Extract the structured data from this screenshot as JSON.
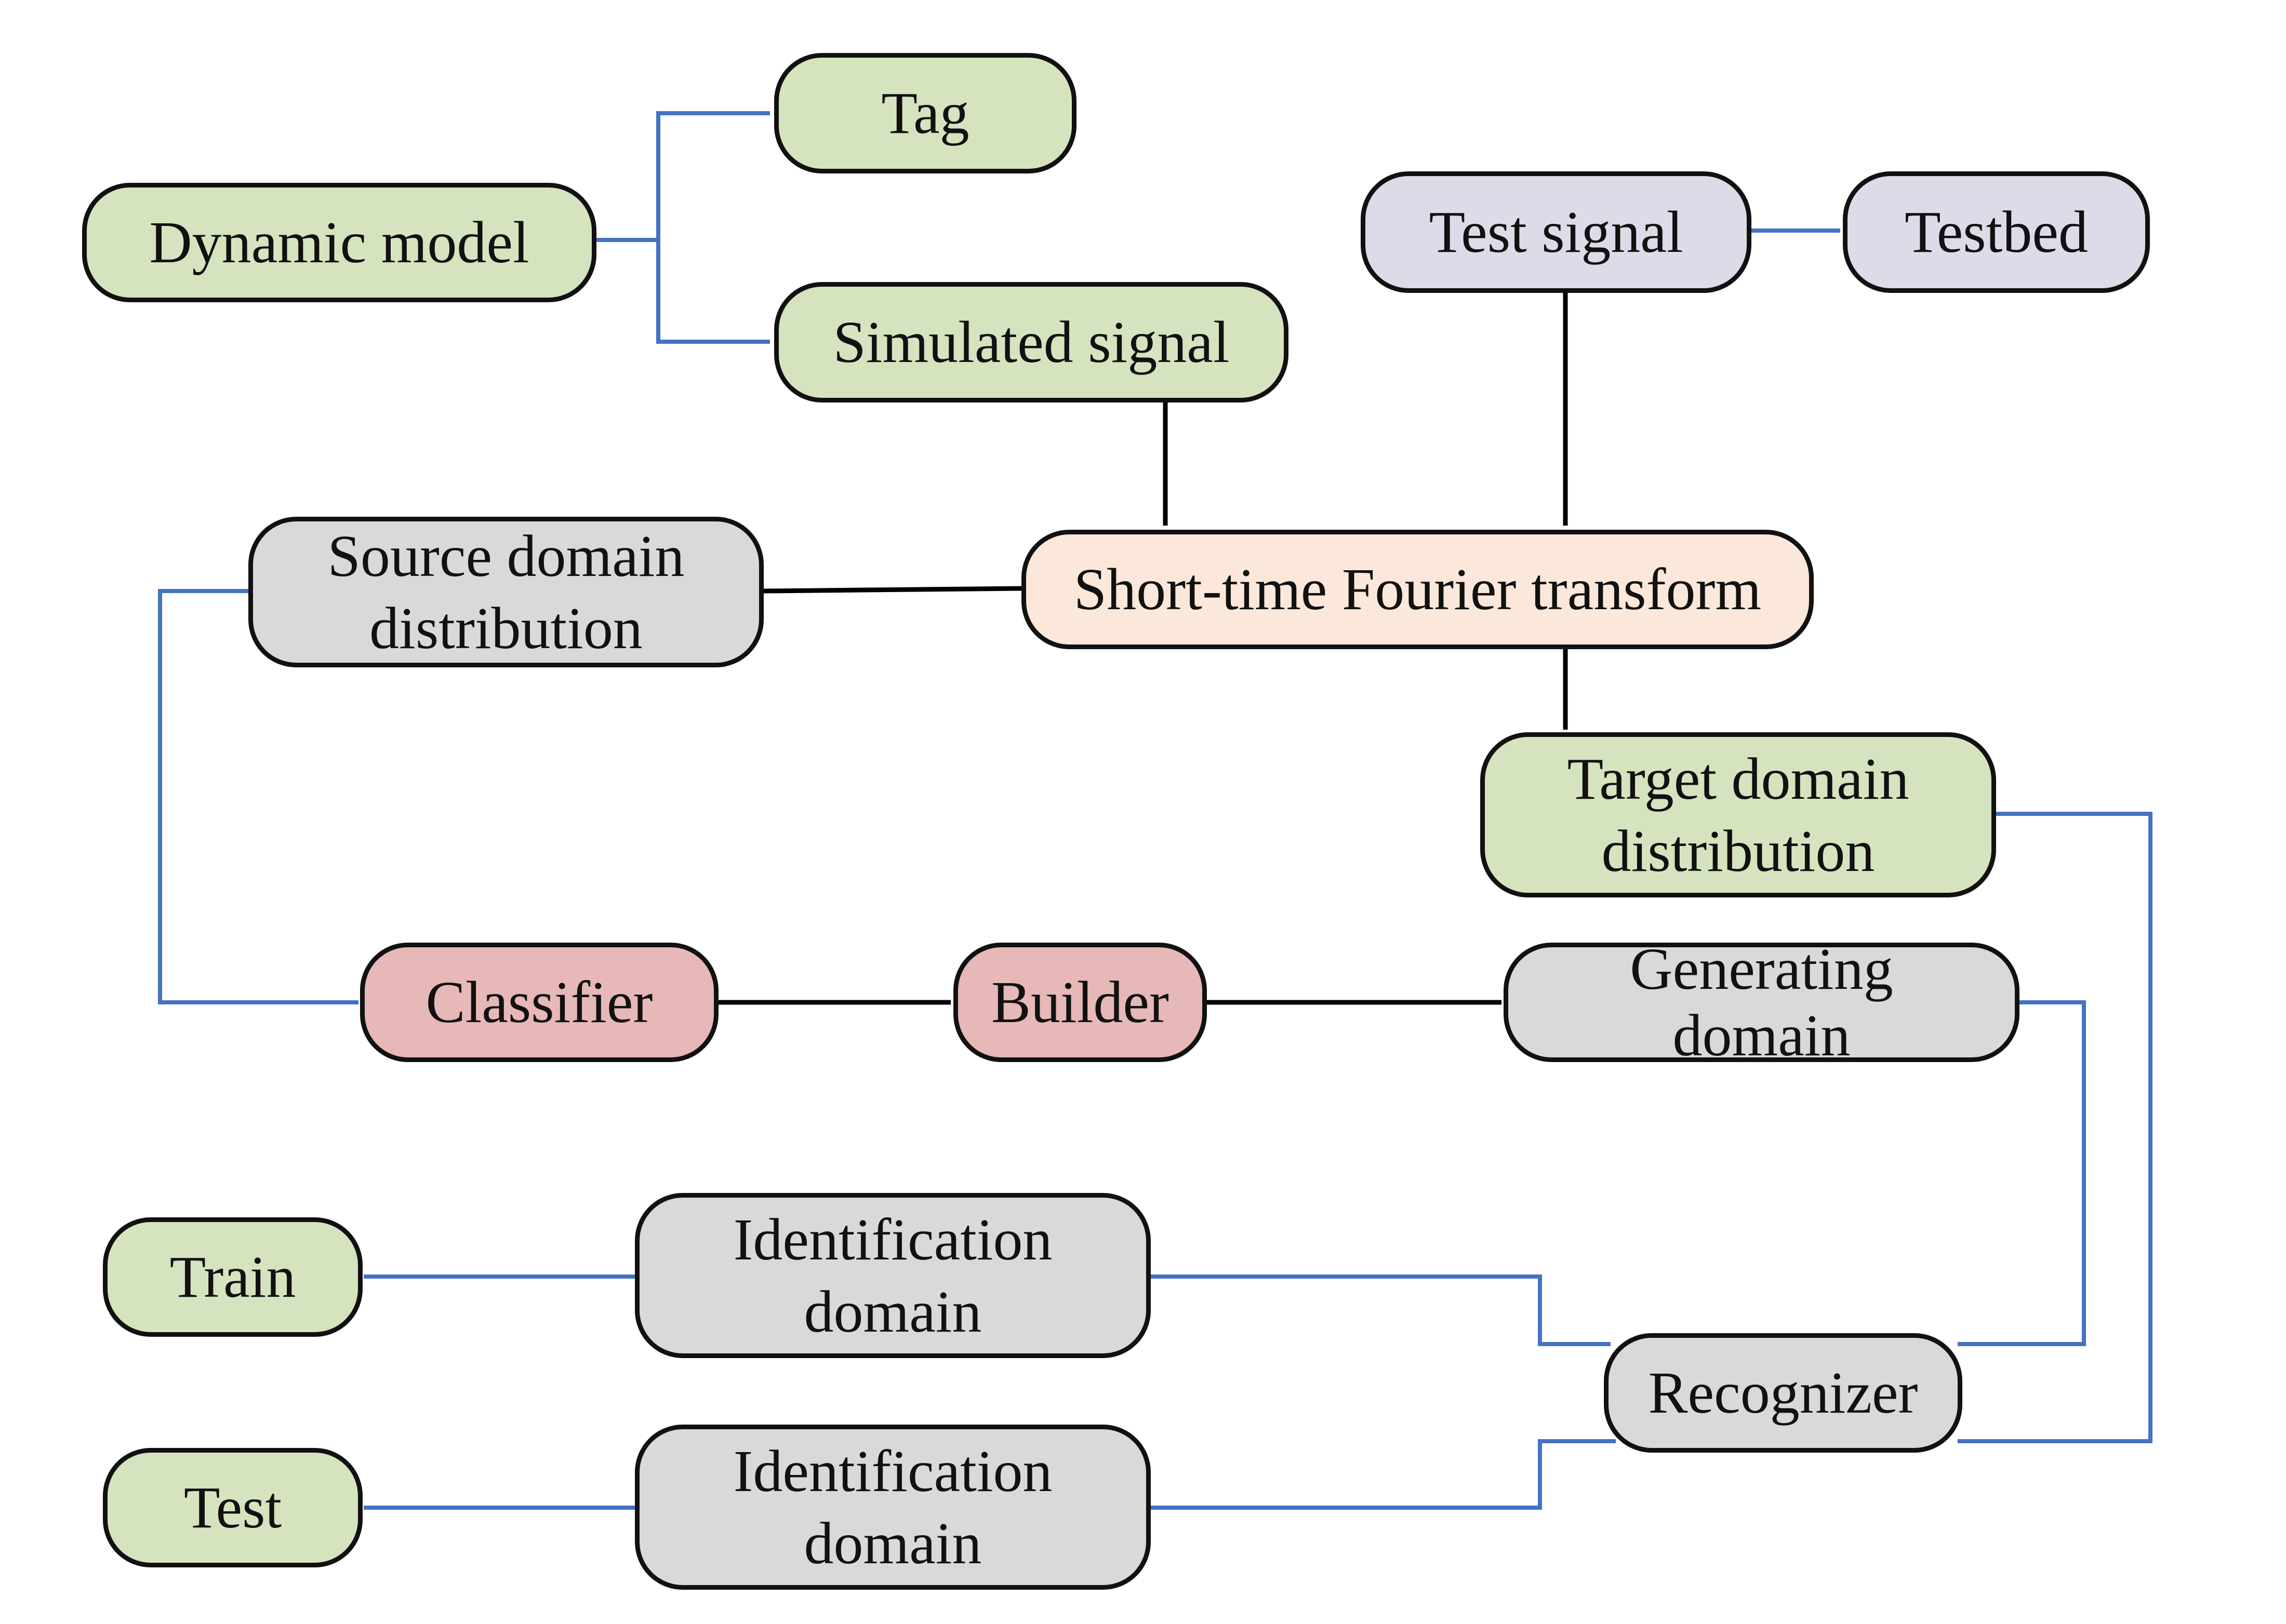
{
  "nodes": {
    "dynamic_model": "Dynamic model",
    "tag": "Tag",
    "simulated_signal": "Simulated signal",
    "test_signal": "Test signal",
    "testbed": "Testbed",
    "source_domain": [
      "Source domain",
      "distribution"
    ],
    "stft": "Short-time Fourier transform",
    "target_domain": [
      "Target domain",
      "distribution"
    ],
    "classifier": "Classifier",
    "builder": "Builder",
    "generating_domain": [
      "Generating",
      "domain"
    ],
    "identification_domain_train": [
      "Identification",
      "domain"
    ],
    "identification_domain_test": [
      "Identification",
      "domain"
    ],
    "train": "Train",
    "test": "Test",
    "recognizer": "Recognizer"
  },
  "colors": {
    "green": "#d6e3bf",
    "purple": "#dedbe8",
    "gray": "#d9d9d9",
    "peach": "#fce8da",
    "red": "#e6b8b7",
    "blue_connector": "#4472c4",
    "black_connector": "#000000"
  }
}
